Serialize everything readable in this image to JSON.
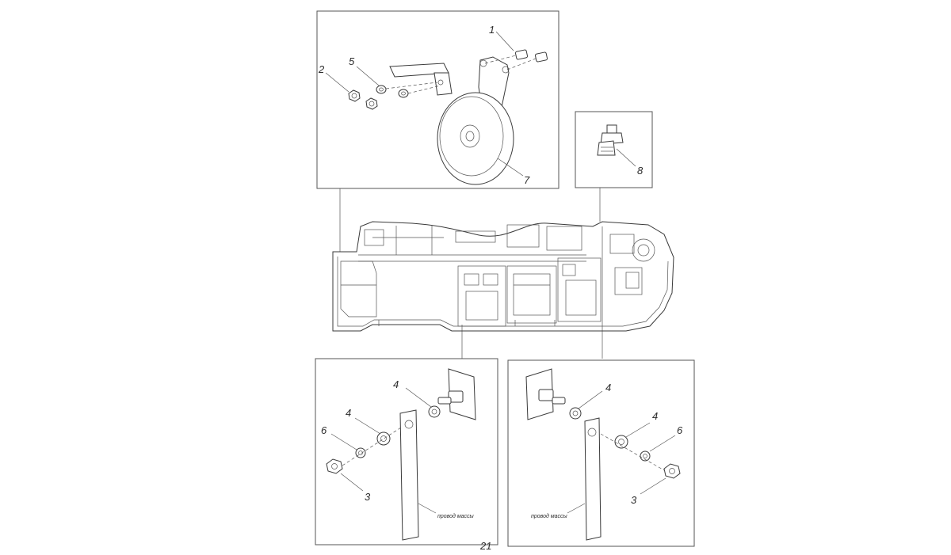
{
  "diagram": {
    "callouts": {
      "top_1": "1",
      "top_2": "2",
      "top_5": "5",
      "top_7": "7",
      "right_8": "8",
      "left_4a": "4",
      "left_4b": "4",
      "left_6": "6",
      "left_3": "3",
      "right_4a": "4",
      "right_4b": "4",
      "right_6": "6",
      "right_3": "3"
    },
    "wire_label_left": "провод массы",
    "wire_label_right": "провод массы",
    "page_number": "21"
  }
}
